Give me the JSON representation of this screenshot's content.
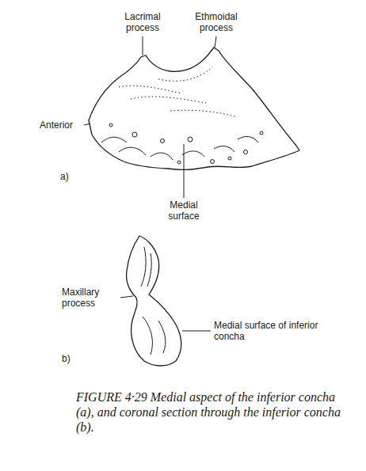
{
  "diagram": {
    "caption": "FIGURE 4·29 Medial aspect of the inferior concha (a), and coronal section through the inferior concha (b).",
    "labels": [
      "Lacrimal process",
      "Ethmoidal process",
      "Anterior",
      "a)",
      "Medial surface",
      "Maxillary process",
      "Medial surface of inferior concha",
      "b)"
    ]
  }
}
